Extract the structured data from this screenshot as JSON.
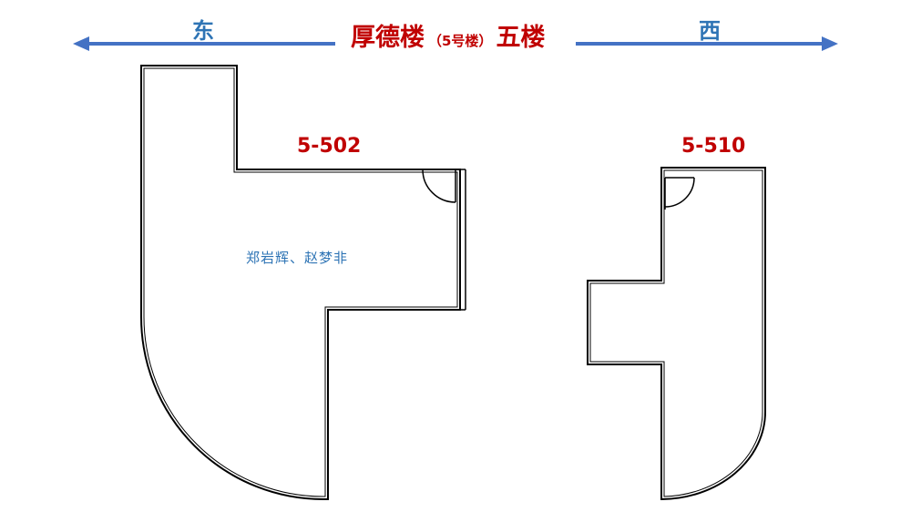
{
  "header": {
    "east_label": "东",
    "west_label": "西",
    "building_name": "厚德楼",
    "building_note": "（5号楼）",
    "floor": "五楼",
    "arrow_color": "#4472c4",
    "title_color": "#c00000"
  },
  "rooms": [
    {
      "number": "5-502",
      "occupants": "郑岩辉、赵梦非"
    },
    {
      "number": "5-510",
      "occupants": ""
    }
  ],
  "label_color": "#2e74b5"
}
